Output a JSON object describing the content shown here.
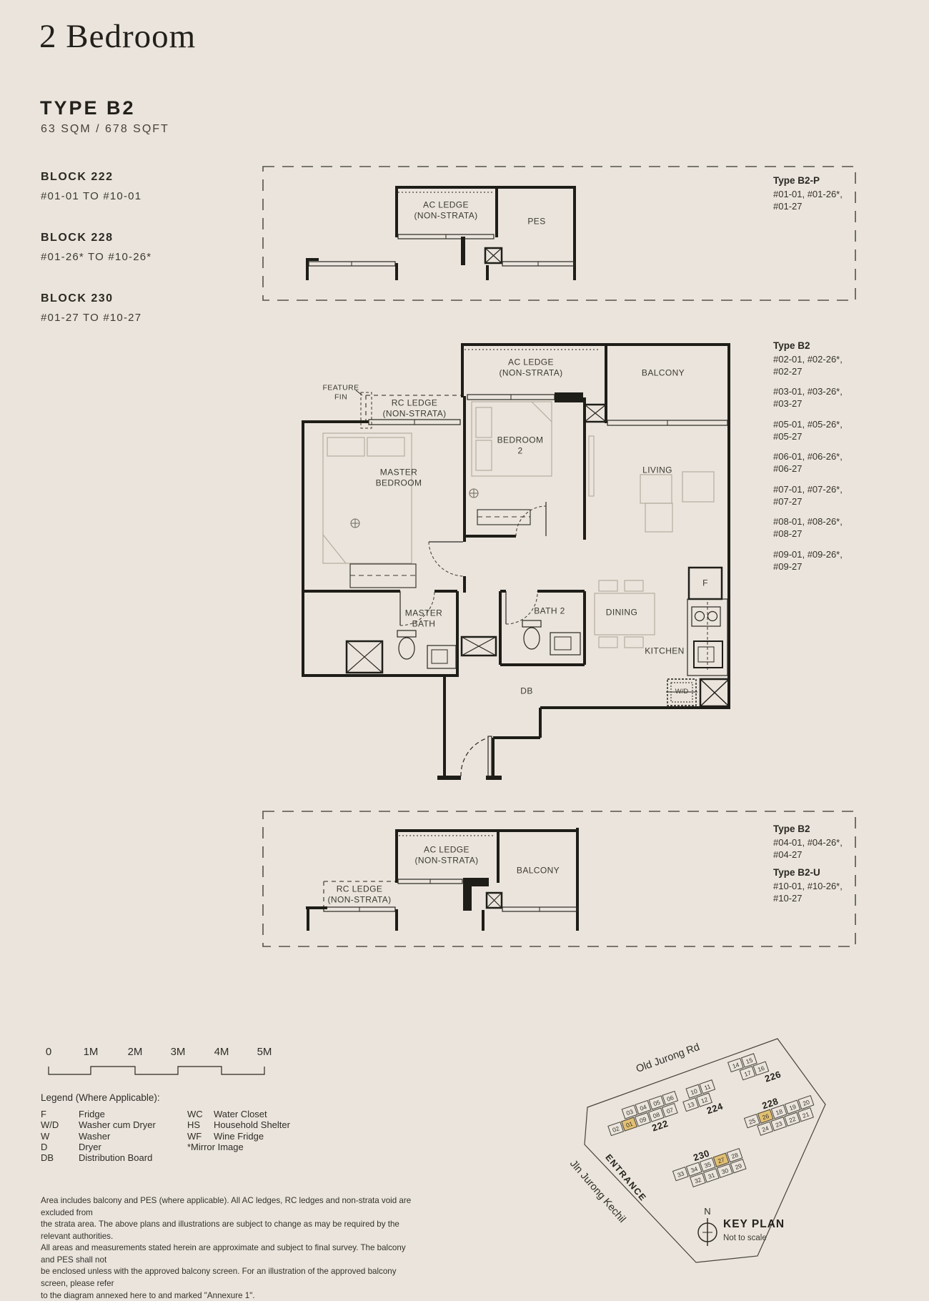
{
  "header": {
    "title": "2 Bedroom",
    "type_heading": "TYPE B2",
    "area": "63 SQM / 678 SQFT"
  },
  "block_list": [
    {
      "name": "BLOCK 222",
      "range": "#01-01 TO #10-01"
    },
    {
      "name": "BLOCK 228",
      "range": "#01-26* TO #10-26*"
    },
    {
      "name": "BLOCK 230",
      "range": "#01-27 TO #10-27"
    }
  ],
  "top_strip": {
    "ac_ledge": "AC LEDGE\n(NON-STRATA)",
    "pes": "PES",
    "type_label": "Type B2-P",
    "units": "#01-01, #01-26*,\n#01-27"
  },
  "main_plan": {
    "feature_fin": "FEATURE\nFIN",
    "rc_ledge": "RC LEDGE\n(NON-STRATA)",
    "ac_ledge": "AC LEDGE\n(NON-STRATA)",
    "balcony": "BALCONY",
    "master_bedroom": "MASTER\nBEDROOM",
    "bedroom2": "BEDROOM\n2",
    "living": "LIVING",
    "master_bath": "MASTER\nBATH",
    "bath2": "BATH 2",
    "dining": "DINING",
    "kitchen": "KITCHEN",
    "db": "DB",
    "wd": "W/D",
    "fridge": "F"
  },
  "main_units": {
    "type_label": "Type B2",
    "groups": [
      "#02-01, #02-26*,\n#02-27",
      "#03-01, #03-26*,\n#03-27",
      "#05-01, #05-26*,\n#05-27",
      "#06-01, #06-26*,\n#06-27",
      "#07-01, #07-26*,\n#07-27",
      "#08-01, #08-26*,\n#08-27",
      "#09-01, #09-26*,\n#09-27"
    ]
  },
  "bottom_strip": {
    "ac_ledge": "AC LEDGE\n(NON-STRATA)",
    "rc_ledge": "RC LEDGE\n(NON-STRATA)",
    "balcony": "BALCONY",
    "label1_title": "Type B2",
    "label1_units": "#04-01, #04-26*,\n#04-27",
    "label2_title": "Type B2-U",
    "label2_units": "#10-01, #10-26*,\n#10-27"
  },
  "scale_bar": {
    "ticks": [
      "0",
      "1M",
      "2M",
      "3M",
      "4M",
      "5M"
    ]
  },
  "legend": {
    "heading": "Legend (Where Applicable):",
    "items_left": [
      {
        "code": "F",
        "label": "Fridge"
      },
      {
        "code": "W/D",
        "label": "Washer cum Dryer"
      },
      {
        "code": "W",
        "label": "Washer"
      },
      {
        "code": "D",
        "label": "Dryer"
      },
      {
        "code": "DB",
        "label": "Distribution Board"
      }
    ],
    "items_right": [
      {
        "code": "WC",
        "label": "Water Closet"
      },
      {
        "code": "HS",
        "label": "Household Shelter"
      },
      {
        "code": "WF",
        "label": "Wine Fridge"
      }
    ],
    "mirror_note": "*Mirror Image"
  },
  "disclaimer": "Area includes balcony and PES (where applicable). All AC ledges, RC ledges and non-strata void are excluded from\nthe strata area. The above plans and illustrations are subject to change as may be required by the relevant authorities.\nAll areas and measurements stated herein are approximate and subject to final survey. The balcony and PES shall not\nbe enclosed unless with the approved balcony screen. For an illustration of the approved balcony screen, please refer\nto the diagram annexed here to and marked \"Annexure 1\".",
  "key_plan": {
    "roads": [
      "Old Jurong Rd",
      "Jln Jurong Kechil"
    ],
    "entrance": "ENTRANCE",
    "compass": "N",
    "title": "KEY PLAN",
    "subtitle": "Not to scale",
    "highlight_color": "#e2bf72",
    "blocks": [
      {
        "id": "222",
        "rows": [
          [
            "03",
            "04",
            "05",
            "06"
          ],
          [
            "02",
            "01",
            "09",
            "08",
            "07"
          ]
        ],
        "highlighted": [
          "01"
        ]
      },
      {
        "id": "224",
        "rows": [
          [
            "10",
            "11"
          ],
          [
            "13",
            "12"
          ]
        ],
        "highlighted": []
      },
      {
        "id": "226",
        "rows": [
          [
            "14",
            "15"
          ],
          [
            "17",
            "16"
          ]
        ],
        "highlighted": []
      },
      {
        "id": "228",
        "rows": [
          [
            "25",
            "26",
            "18",
            "19",
            "20"
          ],
          [
            "24",
            "23",
            "22",
            "21"
          ]
        ],
        "highlighted": [
          "26"
        ]
      },
      {
        "id": "230",
        "rows": [
          [
            "33",
            "34",
            "35",
            "27",
            "28"
          ],
          [
            "32",
            "31",
            "30",
            "29"
          ]
        ],
        "highlighted": [
          "27"
        ]
      }
    ]
  },
  "colors": {
    "background": "#eae4dc",
    "ink": "#2b2923",
    "wall": "#1e1d18",
    "furniture": "#b6ad9f",
    "highlight": "#e2bf72"
  }
}
